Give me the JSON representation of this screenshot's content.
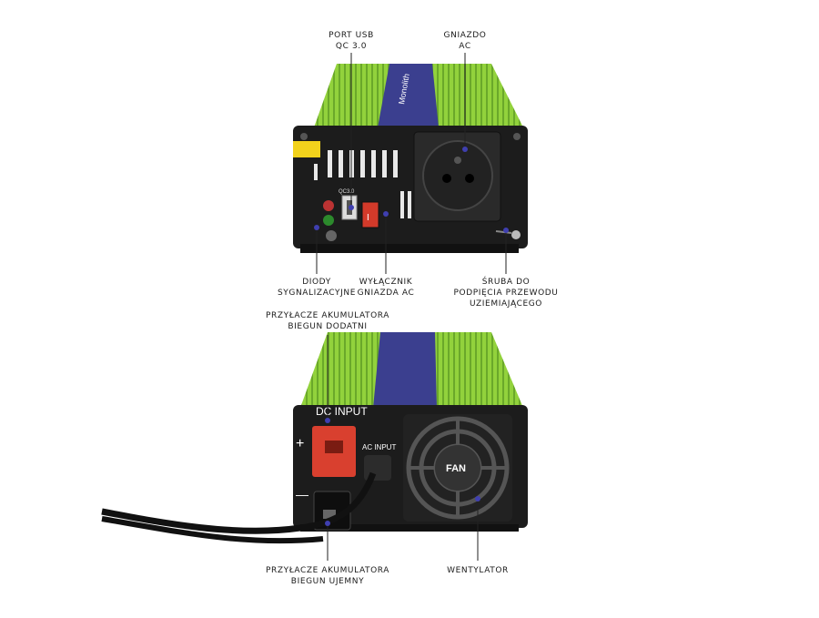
{
  "callouts": {
    "usb_port": [
      "PORT USB",
      "QC 3.0"
    ],
    "ac_socket": [
      "GNIAZDO",
      "AC"
    ],
    "diodes": [
      "DIODY",
      "SYGNALIZACYJNE"
    ],
    "ac_switch": [
      "WYŁĄCZNIK",
      "GNIAZDA AC"
    ],
    "ground_screw": [
      "ŚRUBA DO",
      "PODPIĘCIA PRZEWODU",
      "UZIEMIAJĄCEGO"
    ],
    "battery_positive": [
      "PRZYŁACZE AKUMULATORA",
      "BIEGUN DODATNI"
    ],
    "battery_negative": [
      "PRZYŁACZE AKUMULATORA",
      "BIEGUN UJEMNY"
    ],
    "fan_callout": [
      "WENTYLATOR"
    ]
  },
  "device_text": {
    "dc_input": "DC INPUT",
    "ac_input": "AC INPUT",
    "fan": "FAN",
    "plus": "+",
    "minus": "—",
    "qc_small": "QC3.0",
    "brand": "Monolith"
  },
  "colors": {
    "body_green": "#8bcf3a",
    "band_purple": "#3b3f8f",
    "panel": "#1c1c1c",
    "callout_dot": "#3f3fb0",
    "red_terminal": "#d9402f"
  }
}
